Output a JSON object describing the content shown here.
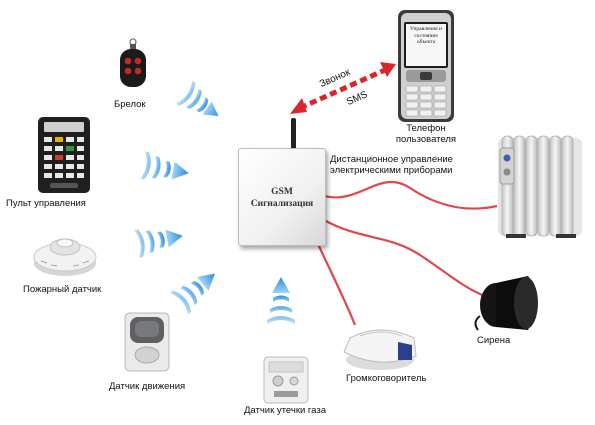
{
  "hub": {
    "line1": "GSM",
    "line2": "Сигнализация"
  },
  "phone": {
    "screen_text": "Управление и состояние объекта",
    "label_line1": "Телефон",
    "label_line2": "пользователя"
  },
  "link": {
    "call": "Звонок",
    "sms": "SMS"
  },
  "labels": {
    "keyfob": "Брелок",
    "remote": "Пульт управления",
    "smoke": "Пожарный датчик",
    "motion": "Датчик движения",
    "gas": "Датчик утечки газа",
    "speaker": "Громкоговоритель",
    "siren": "Сирена",
    "remote_control_line1": "Дистанционное управление",
    "remote_control_line2": "электрическими приборами"
  },
  "colors": {
    "wireless": "#3a9ee6",
    "wire": "#e0474c",
    "sms_arrow": "#d9262c"
  }
}
